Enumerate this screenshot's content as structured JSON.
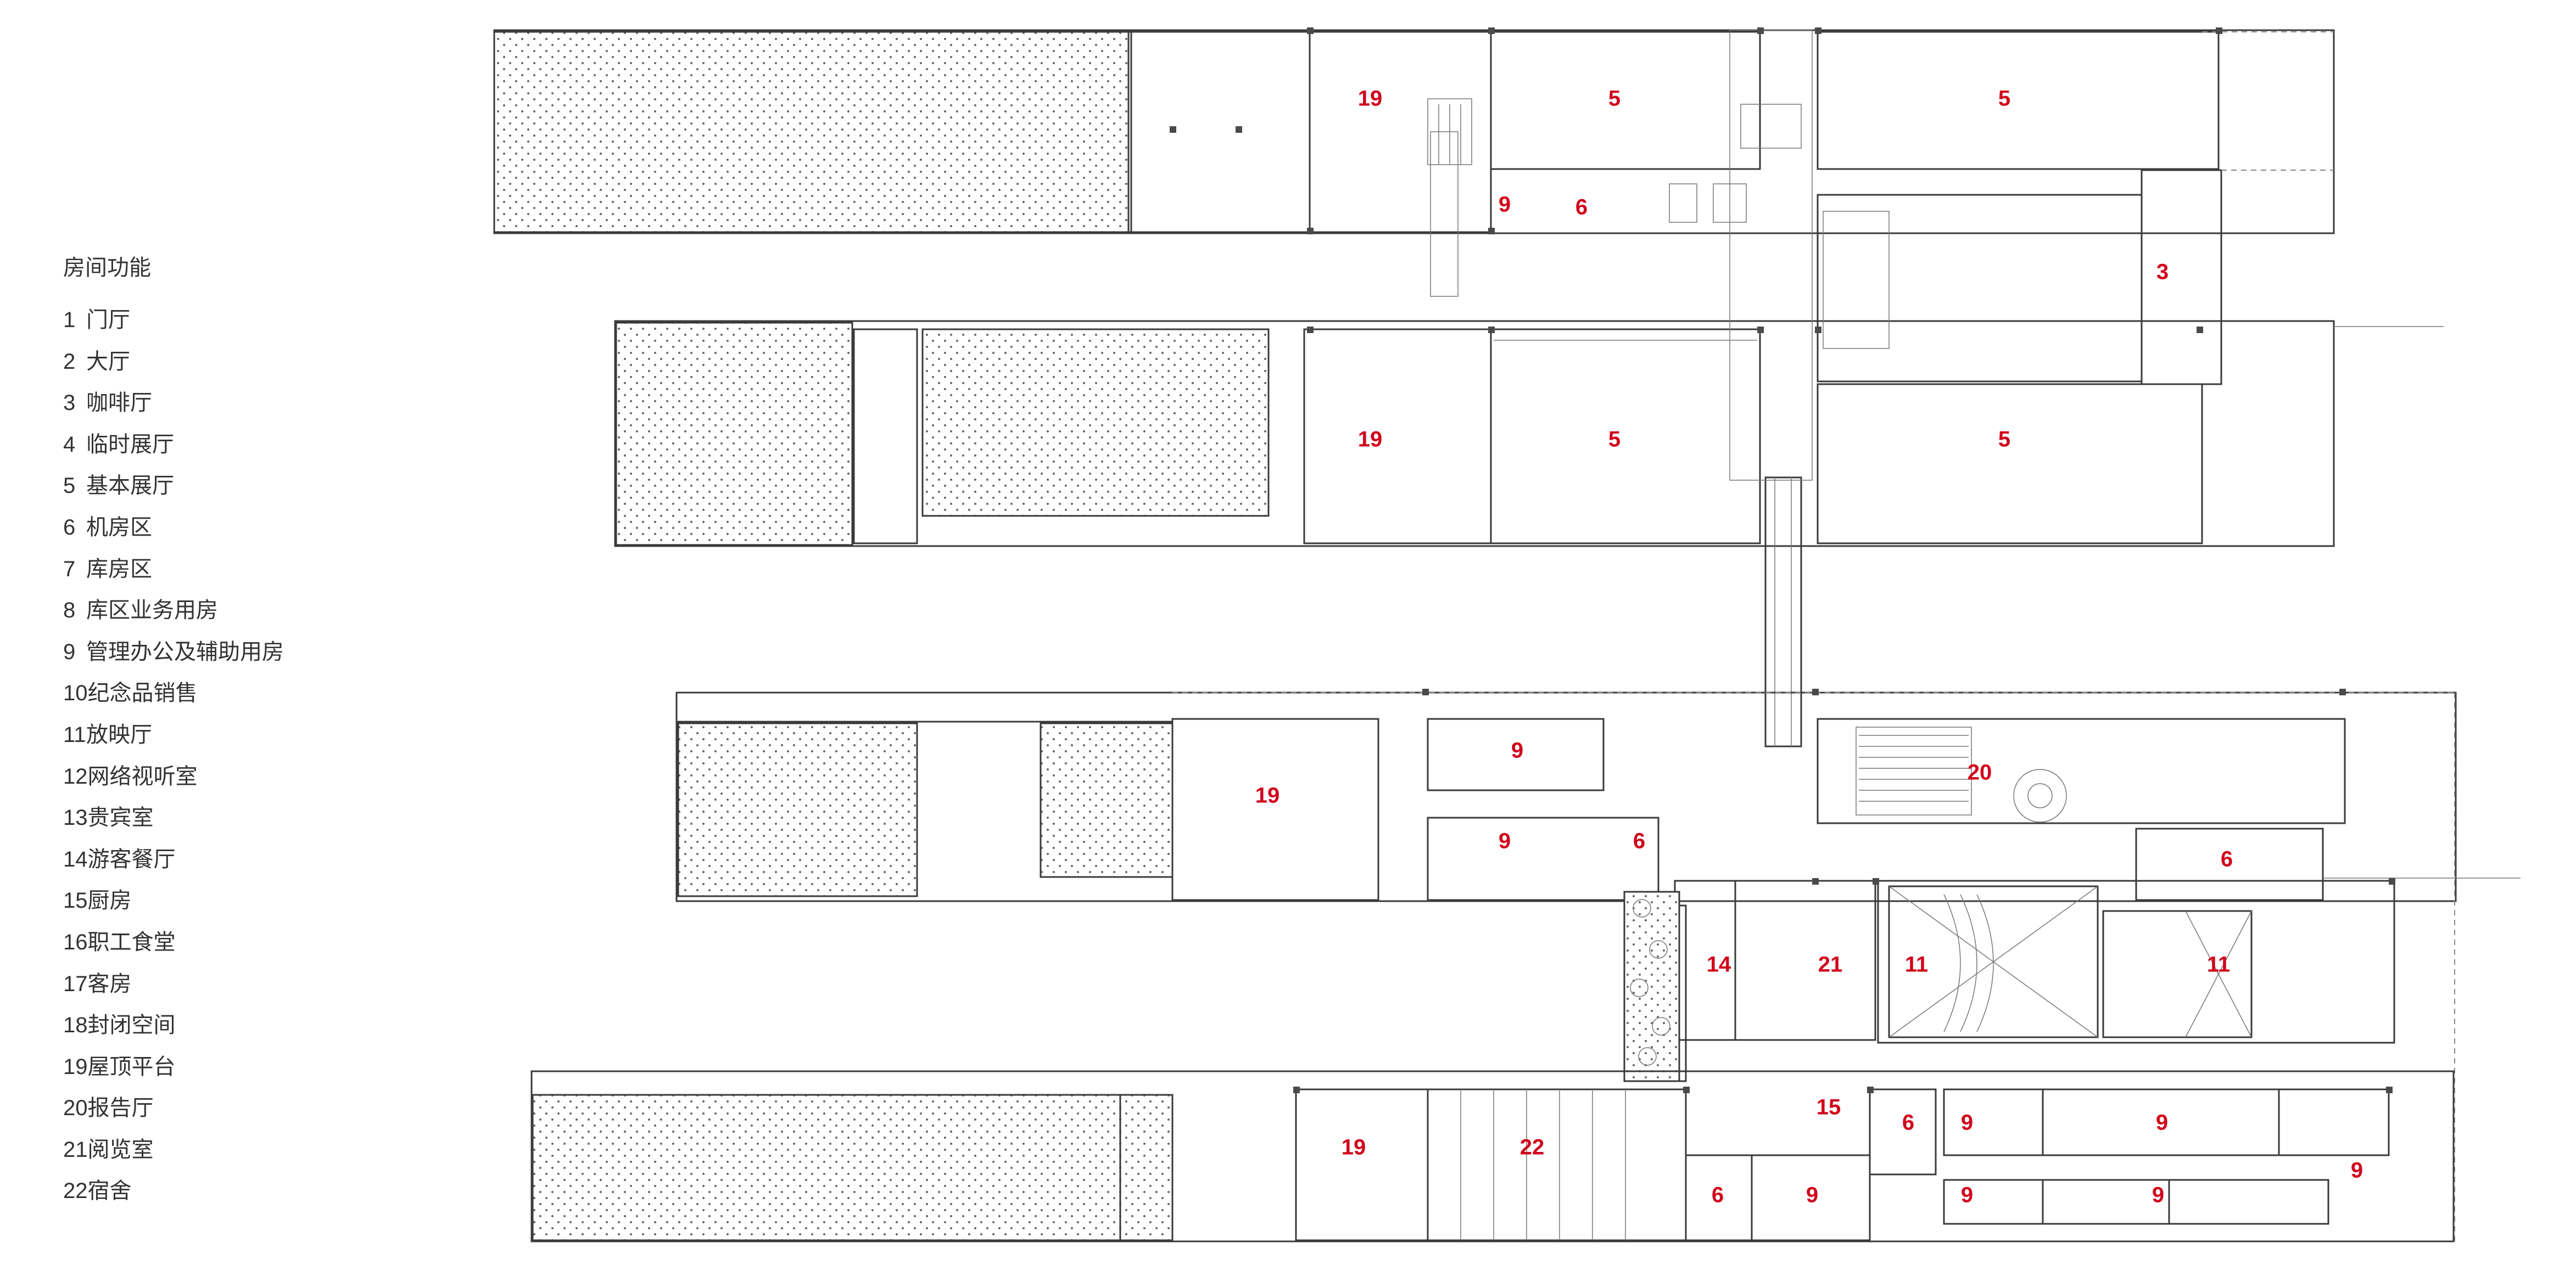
{
  "legend": {
    "title": "房间功能",
    "items": [
      {
        "num": "1",
        "label": "门厅"
      },
      {
        "num": "2",
        "label": "大厅"
      },
      {
        "num": "3",
        "label": "咖啡厅"
      },
      {
        "num": "4",
        "label": "临时展厅"
      },
      {
        "num": "5",
        "label": "基本展厅"
      },
      {
        "num": "6",
        "label": "机房区"
      },
      {
        "num": "7",
        "label": "库房区"
      },
      {
        "num": "8",
        "label": "库区业务用房"
      },
      {
        "num": "9",
        "label": "管理办公及辅助用房"
      },
      {
        "num": "10",
        "label": "纪念品销售"
      },
      {
        "num": "11",
        "label": "放映厅"
      },
      {
        "num": "12",
        "label": "网络视听室"
      },
      {
        "num": "13",
        "label": "贵宾室"
      },
      {
        "num": "14",
        "label": "游客餐厅"
      },
      {
        "num": "15",
        "label": "厨房"
      },
      {
        "num": "16",
        "label": "职工食堂"
      },
      {
        "num": "17",
        "label": "客房"
      },
      {
        "num": "18",
        "label": "封闭空间"
      },
      {
        "num": "19",
        "label": "屋顶平台"
      },
      {
        "num": "20",
        "label": "报告厅"
      },
      {
        "num": "21",
        "label": "阅览室"
      },
      {
        "num": "22",
        "label": "宿舍"
      }
    ]
  },
  "room_labels": [
    "19",
    "5",
    "5",
    "9",
    "6",
    "3",
    "19",
    "5",
    "5",
    "19",
    "9",
    "20",
    "9",
    "6",
    "6",
    "14",
    "21",
    "11",
    "11",
    "19",
    "22",
    "15",
    "6",
    "9",
    "9",
    "6",
    "9",
    "9",
    "9",
    "9"
  ],
  "colors": {
    "label": "#d0021b",
    "line": "#3a3a3a",
    "text": "#333333"
  }
}
